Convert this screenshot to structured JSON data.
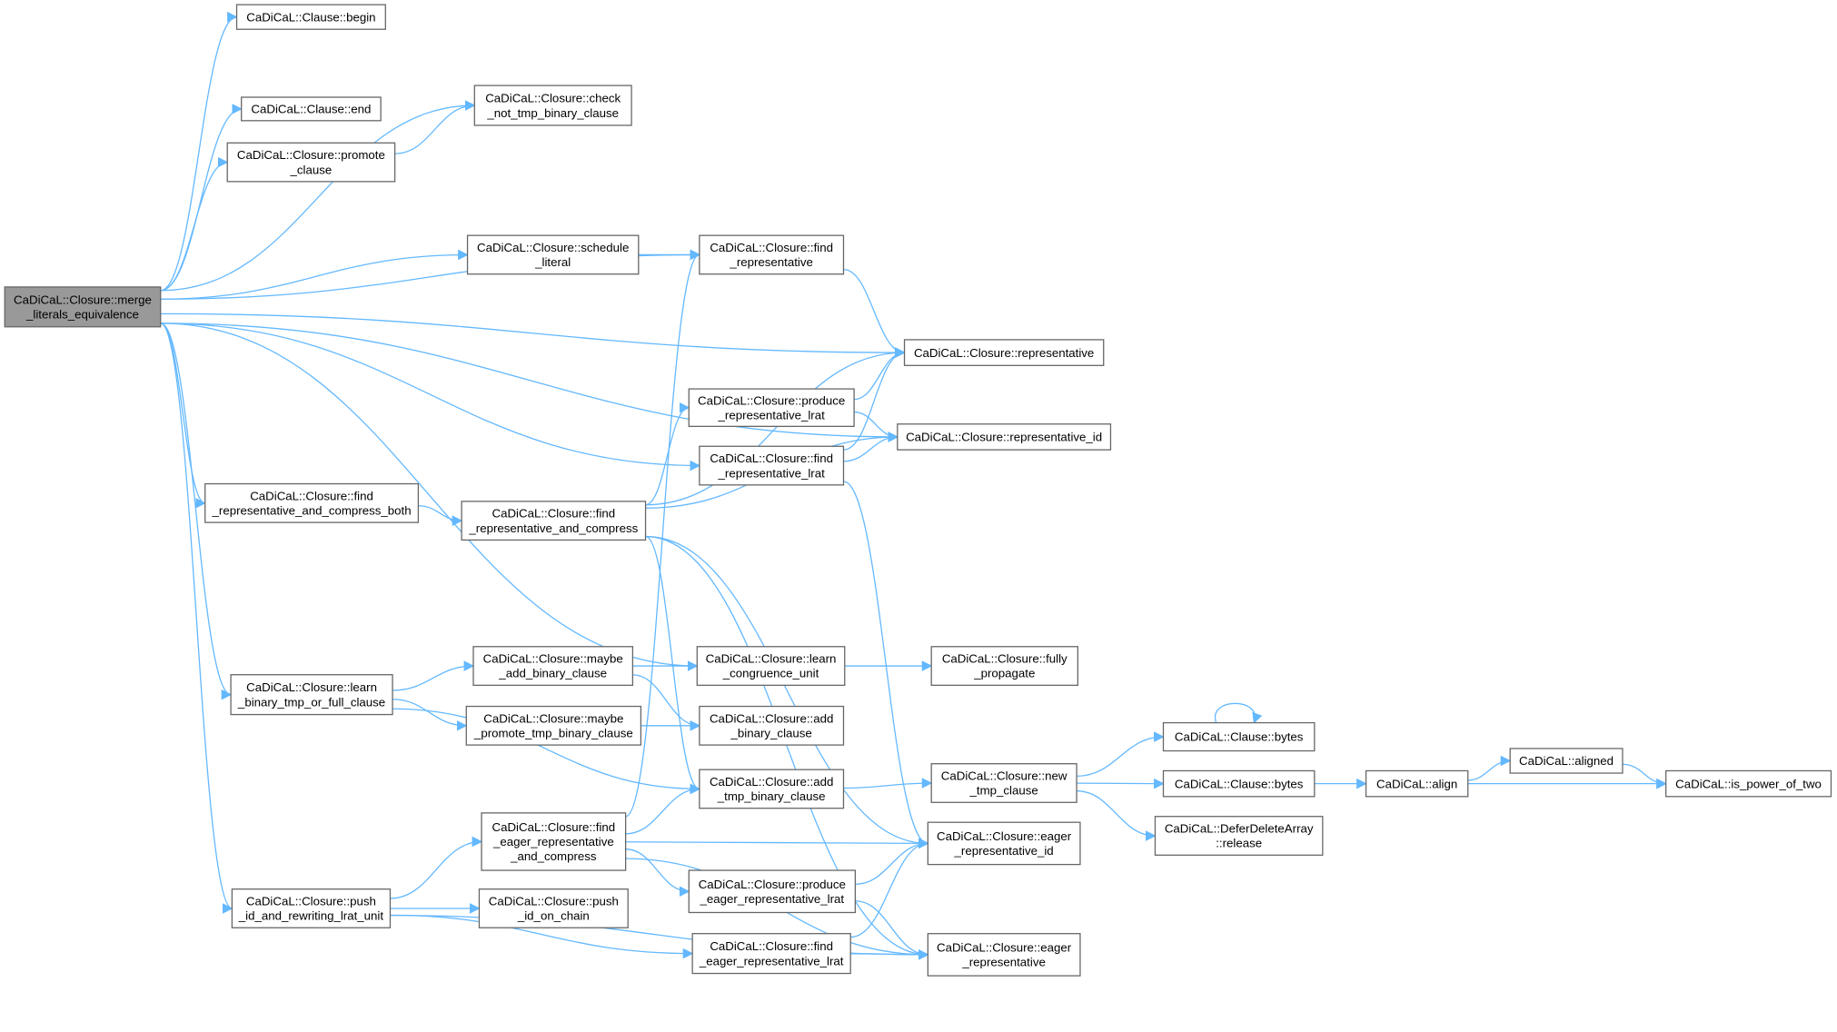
{
  "colors": {
    "edge": "#63b8ff",
    "node_border": "#666666",
    "root_fill": "#999999",
    "node_fill": "#ffffff"
  },
  "nodes": [
    {
      "id": "merge",
      "lines": [
        "CaDiCaL::Closure::merge",
        "_literals_equivalence"
      ],
      "root": true
    },
    {
      "id": "begin",
      "lines": [
        "CaDiCaL::Clause::begin"
      ]
    },
    {
      "id": "check",
      "lines": [
        "CaDiCaL::Closure::check",
        "_not_tmp_binary_clause"
      ]
    },
    {
      "id": "end",
      "lines": [
        "CaDiCaL::Clause::end"
      ]
    },
    {
      "id": "promote",
      "lines": [
        "CaDiCaL::Closure::promote",
        "_clause"
      ]
    },
    {
      "id": "schedule",
      "lines": [
        "CaDiCaL::Closure::schedule",
        "_literal"
      ]
    },
    {
      "id": "findrep",
      "lines": [
        "CaDiCaL::Closure::find",
        "_representative"
      ]
    },
    {
      "id": "rep",
      "lines": [
        "CaDiCaL::Closure::representative"
      ]
    },
    {
      "id": "prodlrat",
      "lines": [
        "CaDiCaL::Closure::produce",
        "_representative_lrat"
      ]
    },
    {
      "id": "repid",
      "lines": [
        "CaDiCaL::Closure::representative_id"
      ]
    },
    {
      "id": "findlrat",
      "lines": [
        "CaDiCaL::Closure::find",
        "_representative_lrat"
      ]
    },
    {
      "id": "frcboth",
      "lines": [
        "CaDiCaL::Closure::find",
        "_representative_and_compress_both"
      ]
    },
    {
      "id": "frc",
      "lines": [
        "CaDiCaL::Closure::find",
        "_representative_and_compress"
      ]
    },
    {
      "id": "learncong",
      "lines": [
        "CaDiCaL::Closure::learn",
        "_congruence_unit"
      ]
    },
    {
      "id": "fully",
      "lines": [
        "CaDiCaL::Closure::fully",
        "_propagate"
      ]
    },
    {
      "id": "maybeadd",
      "lines": [
        "CaDiCaL::Closure::maybe",
        "_add_binary_clause"
      ]
    },
    {
      "id": "learnbin",
      "lines": [
        "CaDiCaL::Closure::learn",
        "_binary_tmp_or_full_clause"
      ]
    },
    {
      "id": "maybeprom",
      "lines": [
        "CaDiCaL::Closure::maybe",
        "_promote_tmp_binary_clause"
      ]
    },
    {
      "id": "addbin",
      "lines": [
        "CaDiCaL::Closure::add",
        "_binary_clause"
      ]
    },
    {
      "id": "bytes1",
      "lines": [
        "CaDiCaL::Clause::bytes"
      ]
    },
    {
      "id": "bytes2",
      "lines": [
        "CaDiCaL::Clause::bytes"
      ]
    },
    {
      "id": "align",
      "lines": [
        "CaDiCaL::align"
      ]
    },
    {
      "id": "aligned",
      "lines": [
        "CaDiCaL::aligned"
      ]
    },
    {
      "id": "pow2",
      "lines": [
        "CaDiCaL::is_power_of_two"
      ]
    },
    {
      "id": "newtmp",
      "lines": [
        "CaDiCaL::Closure::new",
        "_tmp_clause"
      ]
    },
    {
      "id": "addtmp",
      "lines": [
        "CaDiCaL::Closure::add",
        "_tmp_binary_clause"
      ]
    },
    {
      "id": "release",
      "lines": [
        "CaDiCaL::DeferDeleteArray",
        "::release"
      ]
    },
    {
      "id": "feac",
      "lines": [
        "CaDiCaL::Closure::find",
        "_eager_representative",
        "_and_compress"
      ]
    },
    {
      "id": "eagerid",
      "lines": [
        "CaDiCaL::Closure::eager",
        "_representative_id"
      ]
    },
    {
      "id": "prodeager",
      "lines": [
        "CaDiCaL::Closure::produce",
        "_eager_representative_lrat"
      ]
    },
    {
      "id": "pushid",
      "lines": [
        "CaDiCaL::Closure::push",
        "_id_and_rewriting_lrat_unit"
      ]
    },
    {
      "id": "pushchain",
      "lines": [
        "CaDiCaL::Closure::push",
        "_id_on_chain"
      ]
    },
    {
      "id": "feagerlrat",
      "lines": [
        "CaDiCaL::Closure::find",
        "_eager_representative_lrat"
      ]
    },
    {
      "id": "eagerrep",
      "lines": [
        "CaDiCaL::Closure::eager",
        "_representative"
      ]
    }
  ],
  "edges": [
    [
      "merge",
      "begin"
    ],
    [
      "merge",
      "check"
    ],
    [
      "merge",
      "end"
    ],
    [
      "merge",
      "promote"
    ],
    [
      "merge",
      "rep"
    ],
    [
      "merge",
      "schedule"
    ],
    [
      "merge",
      "findrep"
    ],
    [
      "merge",
      "findlrat"
    ],
    [
      "merge",
      "repid"
    ],
    [
      "merge",
      "frcboth"
    ],
    [
      "merge",
      "learncong"
    ],
    [
      "merge",
      "learnbin"
    ],
    [
      "merge",
      "pushid"
    ],
    [
      "promote",
      "check"
    ],
    [
      "schedule",
      "findrep"
    ],
    [
      "findrep",
      "rep"
    ],
    [
      "frcboth",
      "frc"
    ],
    [
      "frc",
      "rep"
    ],
    [
      "frc",
      "prodlrat"
    ],
    [
      "frc",
      "repid"
    ],
    [
      "frc",
      "addtmp"
    ],
    [
      "frc",
      "eagerid"
    ],
    [
      "frc",
      "eagerrep"
    ],
    [
      "prodlrat",
      "rep"
    ],
    [
      "prodlrat",
      "repid"
    ],
    [
      "findlrat",
      "rep"
    ],
    [
      "findlrat",
      "repid"
    ],
    [
      "findlrat",
      "eagerid"
    ],
    [
      "maybeadd",
      "learncong"
    ],
    [
      "maybeadd",
      "addbin"
    ],
    [
      "learncong",
      "fully"
    ],
    [
      "learnbin",
      "maybeadd"
    ],
    [
      "learnbin",
      "maybeprom"
    ],
    [
      "learnbin",
      "addtmp"
    ],
    [
      "maybeprom",
      "addbin"
    ],
    [
      "addtmp",
      "newtmp"
    ],
    [
      "newtmp",
      "bytes1"
    ],
    [
      "newtmp",
      "bytes2"
    ],
    [
      "newtmp",
      "release"
    ],
    [
      "bytes1",
      "bytes1"
    ],
    [
      "bytes2",
      "align"
    ],
    [
      "align",
      "aligned"
    ],
    [
      "align",
      "pow2"
    ],
    [
      "aligned",
      "pow2"
    ],
    [
      "feac",
      "findrep"
    ],
    [
      "feac",
      "addtmp"
    ],
    [
      "feac",
      "eagerid"
    ],
    [
      "feac",
      "prodeager"
    ],
    [
      "feac",
      "eagerrep"
    ],
    [
      "pushid",
      "feac"
    ],
    [
      "pushid",
      "pushchain"
    ],
    [
      "pushid",
      "feagerlrat"
    ],
    [
      "pushid",
      "eagerrep"
    ],
    [
      "prodeager",
      "eagerid"
    ],
    [
      "prodeager",
      "eagerrep"
    ],
    [
      "feagerlrat",
      "eagerid"
    ],
    [
      "feagerlrat",
      "eagerrep"
    ]
  ]
}
